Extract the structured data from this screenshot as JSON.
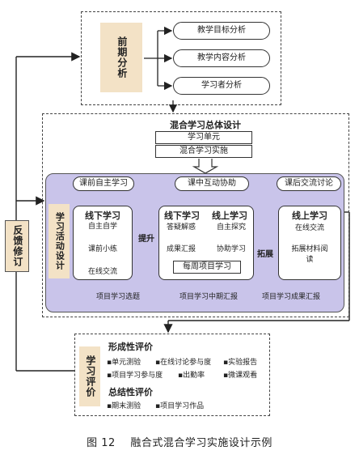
{
  "pre_analysis": {
    "label": "前期分析",
    "items": [
      "教学目标分析",
      "教学内容分析",
      "学习者分析"
    ]
  },
  "design": {
    "title": "混合学习总体设计",
    "unit": "学习单元",
    "implementation": "混合学习实施"
  },
  "activity": {
    "label": "学习活动设计",
    "headers": [
      "课前自主学习",
      "课中互动协助",
      "课后交流讨论"
    ],
    "pre_class": {
      "title": "线下学习",
      "items": [
        "自主自学",
        "课前小练",
        "在线交流"
      ]
    },
    "lift": "提升",
    "in_class": {
      "offline_title": "线下学习",
      "online_title": "线上学习",
      "left_items": [
        "答疑解惑",
        "成果汇报"
      ],
      "right_items": [
        "自主探究",
        "协助学习"
      ],
      "weekly": "每周项目学习"
    },
    "expand": "拓展",
    "post_class": {
      "title": "线上学习",
      "items": [
        "在线交流",
        "拓展材料阅读"
      ]
    },
    "project_flow": [
      "项目学习选题",
      "项目学习中期汇报",
      "项目学习成果汇报"
    ]
  },
  "feedback": {
    "label": "反馈修订"
  },
  "evaluation": {
    "label": "学习评价",
    "formative_title": "形成性评价",
    "formative_items": [
      "单元测验",
      "在线讨论参与度",
      "实验报告",
      "项目学习参与度",
      "出勤率",
      "微课观看"
    ],
    "summative_title": "总结性评价",
    "summative_items": [
      "期末测验",
      "项目学习作品"
    ]
  },
  "caption": "图 12    融合式混合学习实施设计示例"
}
